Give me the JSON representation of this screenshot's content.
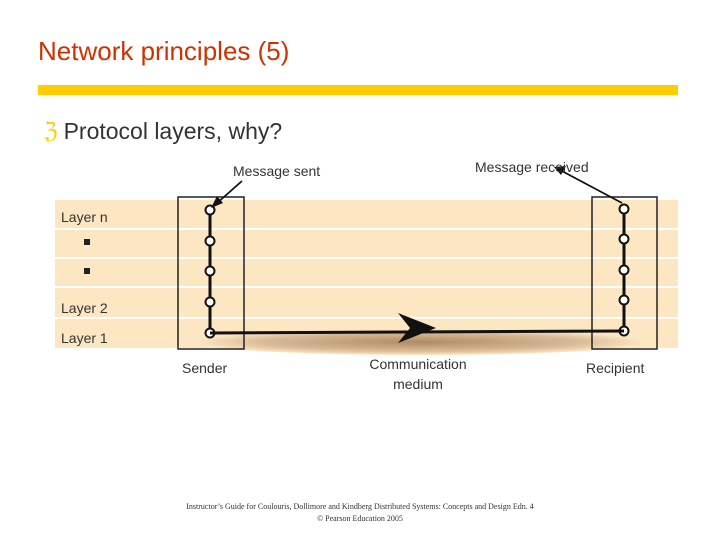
{
  "slide": {
    "title": "Network principles (5)",
    "bullet": "Protocol layers, why?",
    "bullet_icon": "z-bullet-icon"
  },
  "diagram": {
    "message_sent_label": "Message sent",
    "message_received_label": "Message received",
    "layer_labels": [
      "Layer n",
      "Layer 2",
      "Layer 1"
    ],
    "sender_label": "Sender",
    "recipient_label": "Recipient",
    "medium_label_line1": "Communication",
    "medium_label_line2": "medium"
  },
  "footer": {
    "line1": "Instructor’s Guide for Coulouris, Dollimore and Kindberg Distributed Systems: Concepts and Design Edn. 4",
    "line2": "© Pearson Education 2005"
  },
  "colors": {
    "title": "#cc3300",
    "accent": "#ffcc00",
    "layer_band": "#fde7c2",
    "medium": "#c9a27a"
  }
}
